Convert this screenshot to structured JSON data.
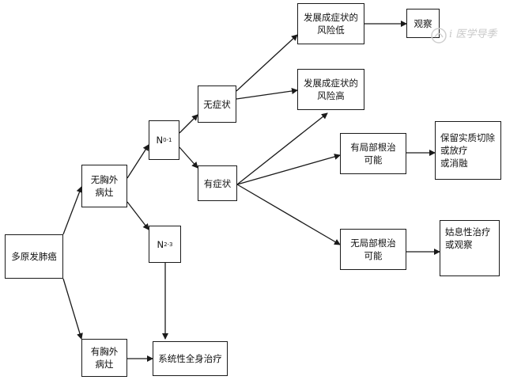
{
  "nodes": {
    "root": "多原发肺癌",
    "no_extrathoracic": "无胸外\n病灶",
    "has_extrathoracic": "有胸外\n病灶",
    "n01": {
      "base": "N",
      "sub": "0-1"
    },
    "n23": {
      "base": "N",
      "sub": "2-3"
    },
    "asymptomatic": "无症状",
    "symptomatic": "有症状",
    "low_risk": "发展成症状的\n风险低",
    "high_risk": "发展成症状的\n风险高",
    "observe": "观察",
    "local_possible": "有局部根治\n可能",
    "local_impossible": "无局部根治\n可能",
    "resect": "保留实质切除\n或放疗\n或消融",
    "palliative": "姑息性治疗\n或观察",
    "systemic": "系统性全身治疗"
  },
  "watermark": {
    "text": "i 医学导季"
  }
}
